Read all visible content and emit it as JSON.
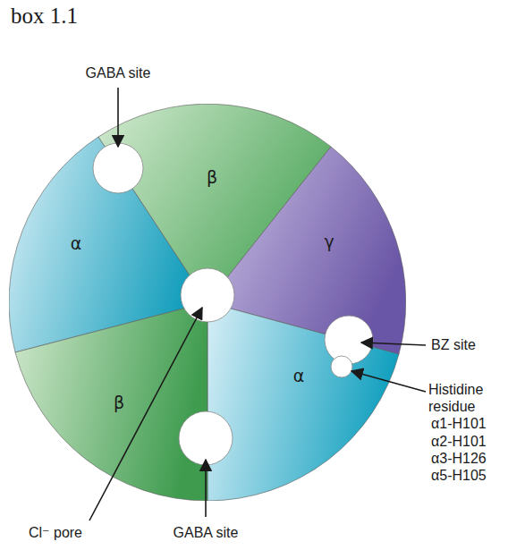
{
  "diagram": {
    "title": "box 1.1",
    "nodes": [
      {
        "text": [
          "α"
        ]
      },
      {
        "text": [
          "β"
        ]
      },
      {
        "text": [
          "γ"
        ]
      },
      {
        "text": [
          "α"
        ]
      },
      {
        "text": [
          "β"
        ]
      }
    ],
    "labels": [
      "GABA site",
      "BZ site",
      "Histidine residue",
      "α1-H101",
      "α2-H101",
      "α3-H126",
      "α5-H105",
      "Cl⁻ pore",
      "GABA site"
    ]
  }
}
